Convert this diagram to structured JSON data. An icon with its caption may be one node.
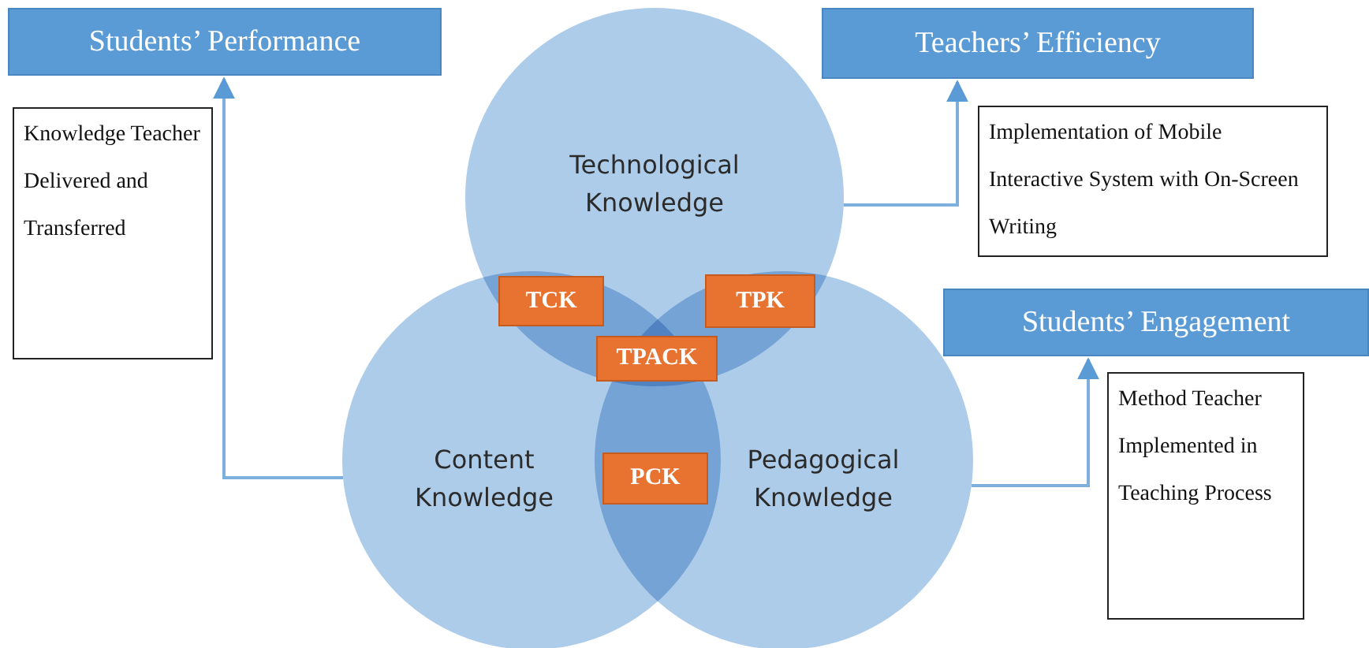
{
  "diagram": {
    "nodes": [
      {
        "text": [
          "Students’ Performance"
        ]
      },
      {
        "text": [
          "Knowledge Teacher Delivered and Transferred"
        ]
      },
      {
        "text": [
          "Teachers’ Efficiency"
        ]
      },
      {
        "text": [
          "Technological Knowledge"
        ]
      },
      {
        "text": [
          "Implementation of Mobile Interactive System with On-Screen Writing"
        ]
      },
      {
        "text": [
          "Students’ Engagement"
        ]
      },
      {
        "text": [
          "TCK"
        ]
      },
      {
        "text": [
          "TPK"
        ]
      },
      {
        "text": [
          "TPACK"
        ]
      },
      {
        "text": [
          "Content Knowledge"
        ]
      },
      {
        "text": [
          "Pedagogical Knowledge"
        ]
      },
      {
        "text": [
          "Method Teacher Implemented in Teaching Process"
        ]
      },
      {
        "text": [
          "PCK"
        ]
      }
    ],
    "edges": [
      {
        "from": 9,
        "to": 0,
        "arrow": "to"
      },
      {
        "from": 3,
        "to": 2,
        "arrow": "to"
      },
      {
        "from": 10,
        "to": 5,
        "arrow": "to"
      }
    ]
  }
}
